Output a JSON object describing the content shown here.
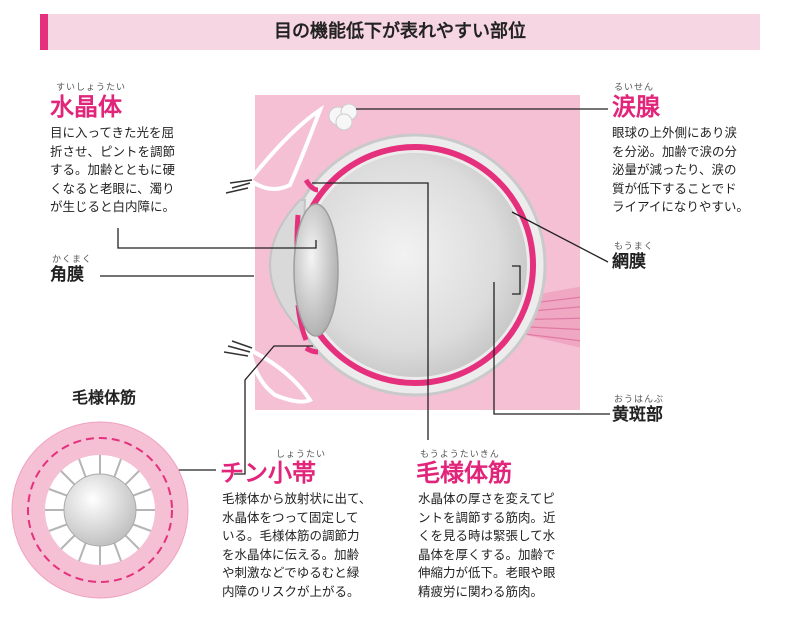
{
  "title": "目の機能低下が表れやすい部位",
  "lens": {
    "ruby": "すいしょうたい",
    "name": "水晶体",
    "desc": [
      "目に入ってきた光を屈",
      "折させ、ピントを調節",
      "する。加齢とともに硬",
      "くなると老眼に、濁り",
      "が生じると白内障に。"
    ]
  },
  "cornea": {
    "ruby": "かくまく",
    "name": "角膜"
  },
  "lacrimal": {
    "ruby": "るいせん",
    "name": "涙腺",
    "desc": [
      "眼球の上外側にあり涙",
      "を分泌。加齢で涙の分",
      "泌量が減ったり、涙の",
      "質が低下することでド",
      "ライアイになりやすい。"
    ]
  },
  "retina": {
    "ruby": "もうまく",
    "name": "網膜"
  },
  "macula": {
    "ruby": "おうはんぶ",
    "name": "黄斑部"
  },
  "zonule": {
    "ruby": "しょうたい",
    "name": "チン小帯",
    "desc": [
      "毛様体から放射状に出て、",
      "水晶体をつって固定して",
      "いる。毛様体筋の調節力",
      "を水晶体に伝える。加齢",
      "や刺激などでゆるむと緑",
      "内障のリスクが上がる。"
    ]
  },
  "ciliary": {
    "ruby": "もうようたいきん",
    "name": "毛様体筋",
    "desc": [
      "水晶体の厚さを変えてピ",
      "ントを調節する筋肉。近",
      "くを見る時は緊張して水",
      "晶体を厚くする。加齢で",
      "伸縮力が低下。老眼や眼",
      "精疲労に関わる筋肉。"
    ]
  },
  "inset": {
    "label": "毛様体筋"
  },
  "colors": {
    "accent": "#e5307d",
    "pink_bg": "#f5c0d4",
    "title_bg": "#f6d6e2"
  }
}
